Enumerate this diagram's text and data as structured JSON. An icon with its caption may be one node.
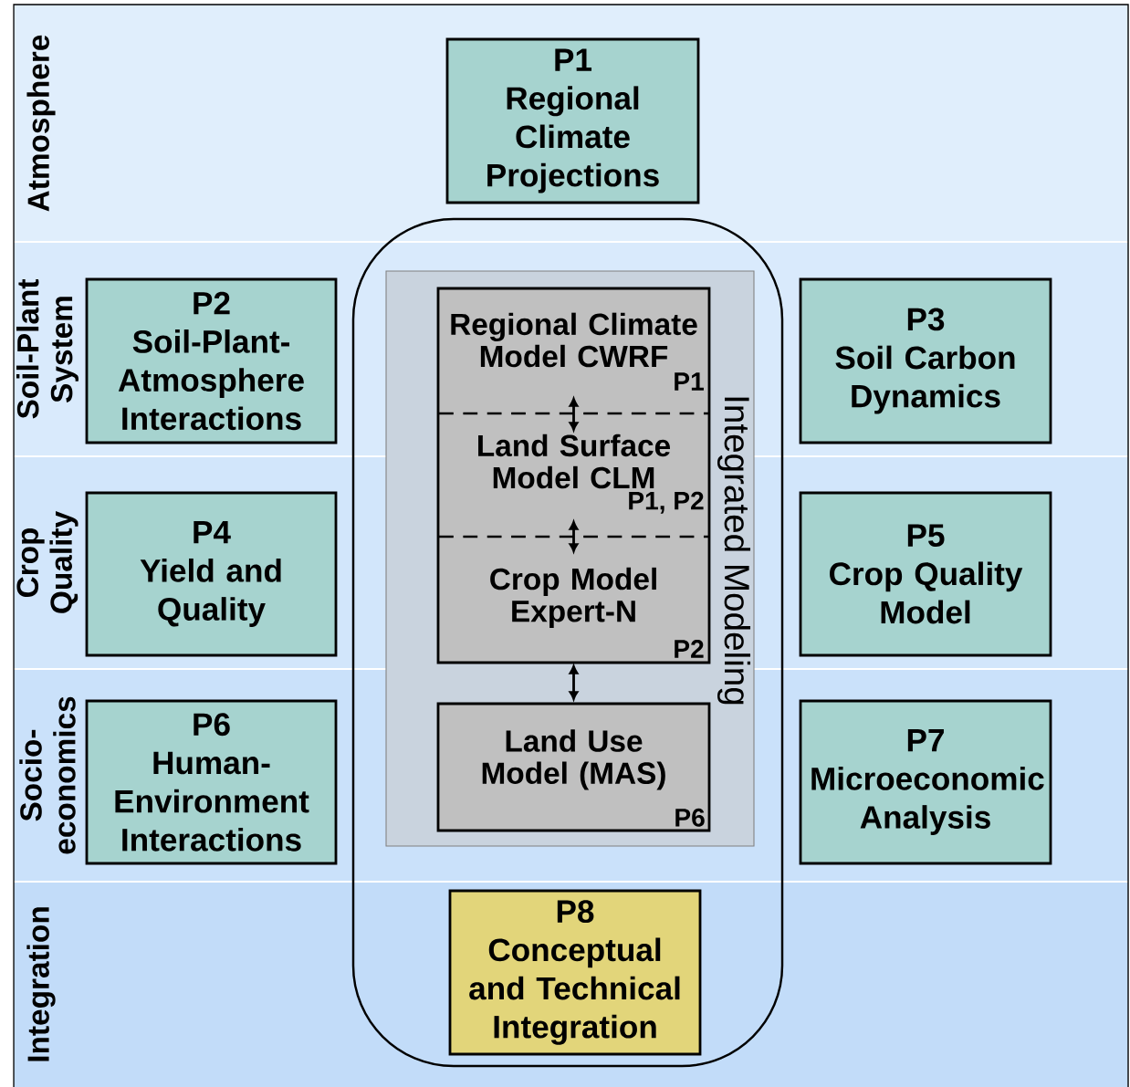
{
  "diagram": {
    "nodes": [
      {
        "text": [
          "P1",
          "Regional Climate Projections"
        ]
      },
      {
        "text": [
          "P2",
          "Soil-Plant- Atmosphere Interactions"
        ]
      },
      {
        "text": [
          "P3",
          "Soil Carbon Dynamics"
        ]
      },
      {
        "text": [
          "P4",
          "Yield and Quality"
        ]
      },
      {
        "text": [
          "P5",
          "Crop Quality Model"
        ]
      },
      {
        "text": [
          "P6",
          "Human- Environment Interactions"
        ]
      },
      {
        "text": [
          "P7",
          "Microeconomic Analysis"
        ]
      },
      {
        "text": [],
        "shape": "box"
      },
      {
        "text": [
          "Integrated Modeling"
        ],
        "in": 7
      },
      {
        "text": [
          "Regional Climate Model CWRF",
          "P1"
        ],
        "in": 8
      },
      {
        "text": [
          "Land Surface Model CLM",
          "P1, P2"
        ],
        "in": 8
      },
      {
        "text": [
          "Crop Model Expert-N",
          "P2"
        ],
        "in": 8
      },
      {
        "text": [
          "Land Use Model (MAS)",
          "P6"
        ],
        "in": 8
      },
      {
        "text": [
          "P8",
          "Conceptual and Technical Integration"
        ],
        "in": 7
      }
    ],
    "edges": [
      {
        "from": 9,
        "to": 10,
        "arrow": "both"
      },
      {
        "from": 10,
        "to": 11,
        "arrow": "both"
      },
      {
        "from": 11,
        "to": 12,
        "arrow": "both"
      }
    ],
    "labels": [
      "Atmosphere",
      "Soil-Plant System",
      "Crop Quality",
      "Socio- economics",
      "Integration"
    ]
  }
}
